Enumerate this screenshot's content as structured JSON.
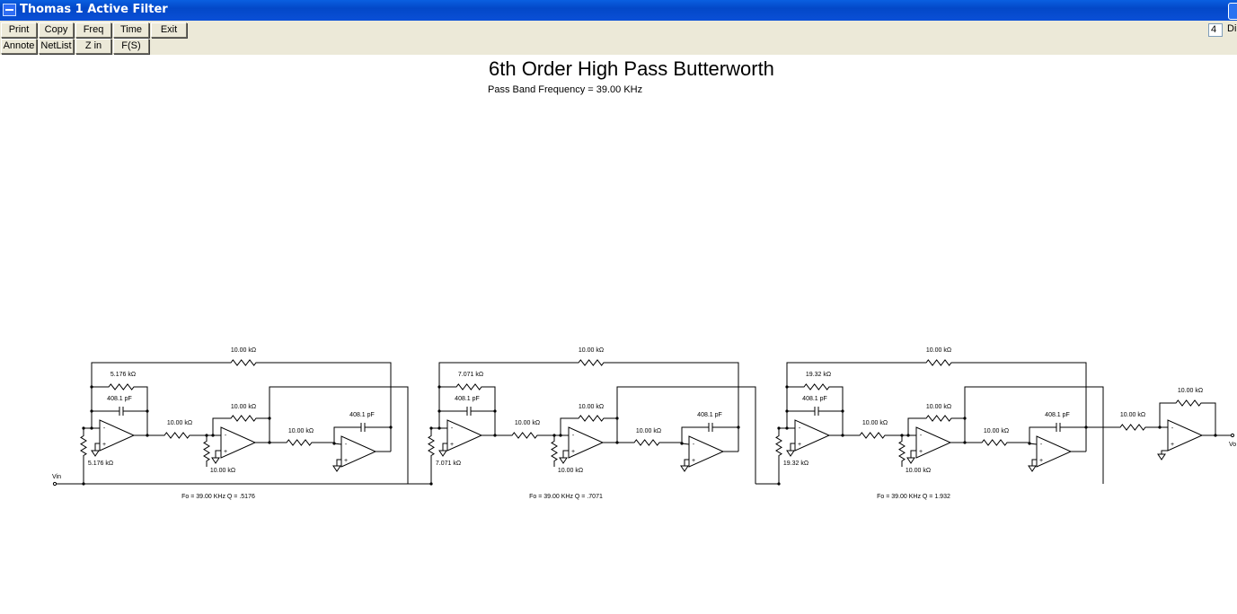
{
  "window": {
    "title": "Thomas 1 Active Filter"
  },
  "toolbar": {
    "row1": [
      "Print",
      "Copy",
      "Freq",
      "Time",
      "Exit"
    ],
    "row2": [
      "Annote",
      "NetList",
      "Z in",
      "F(S)"
    ],
    "digits_value": "4",
    "digits_label": "Di"
  },
  "header": {
    "title": "6th Order High Pass Butterworth",
    "subtitle": "Pass Band Frequency = 39.00 KHz"
  },
  "schematic": {
    "input_label": "Vin",
    "output_label": "Vo",
    "stages": [
      {
        "feedback_res": "10.00 kΩ",
        "q_res": "5.176 kΩ",
        "cap1": "408.1 pF",
        "in_res": "5.176 kΩ",
        "inv_feedback": "10.00 kΩ",
        "inv_in_res": "10.00 kΩ",
        "ground_res": "10.00 kΩ",
        "integ_res": "10.00 kΩ",
        "integ_cap": "408.1 pF",
        "caption": "Fo = 39.00 KHz   Q = .5176"
      },
      {
        "feedback_res": "10.00 kΩ",
        "q_res": "7.071 kΩ",
        "cap1": "408.1 pF",
        "in_res": "7.071 kΩ",
        "inv_feedback": "10.00 kΩ",
        "inv_in_res": "10.00 kΩ",
        "ground_res": "10.00 kΩ",
        "integ_res": "10.00 kΩ",
        "integ_cap": "408.1 pF",
        "caption": "Fo = 39.00 KHz   Q = .7071"
      },
      {
        "feedback_res": "10.00 kΩ",
        "q_res": "19.32 kΩ",
        "cap1": "408.1 pF",
        "in_res": "19.32 kΩ",
        "inv_feedback": "10.00 kΩ",
        "inv_in_res": "10.00 kΩ",
        "ground_res": "10.00 kΩ",
        "integ_res": "10.00 kΩ",
        "integ_cap": "408.1 pF",
        "caption": "Fo = 39.00 KHz   Q = 1.932"
      }
    ],
    "output_stage": {
      "in_res": "10.00 kΩ",
      "feedback_res": "10.00 kΩ"
    }
  }
}
